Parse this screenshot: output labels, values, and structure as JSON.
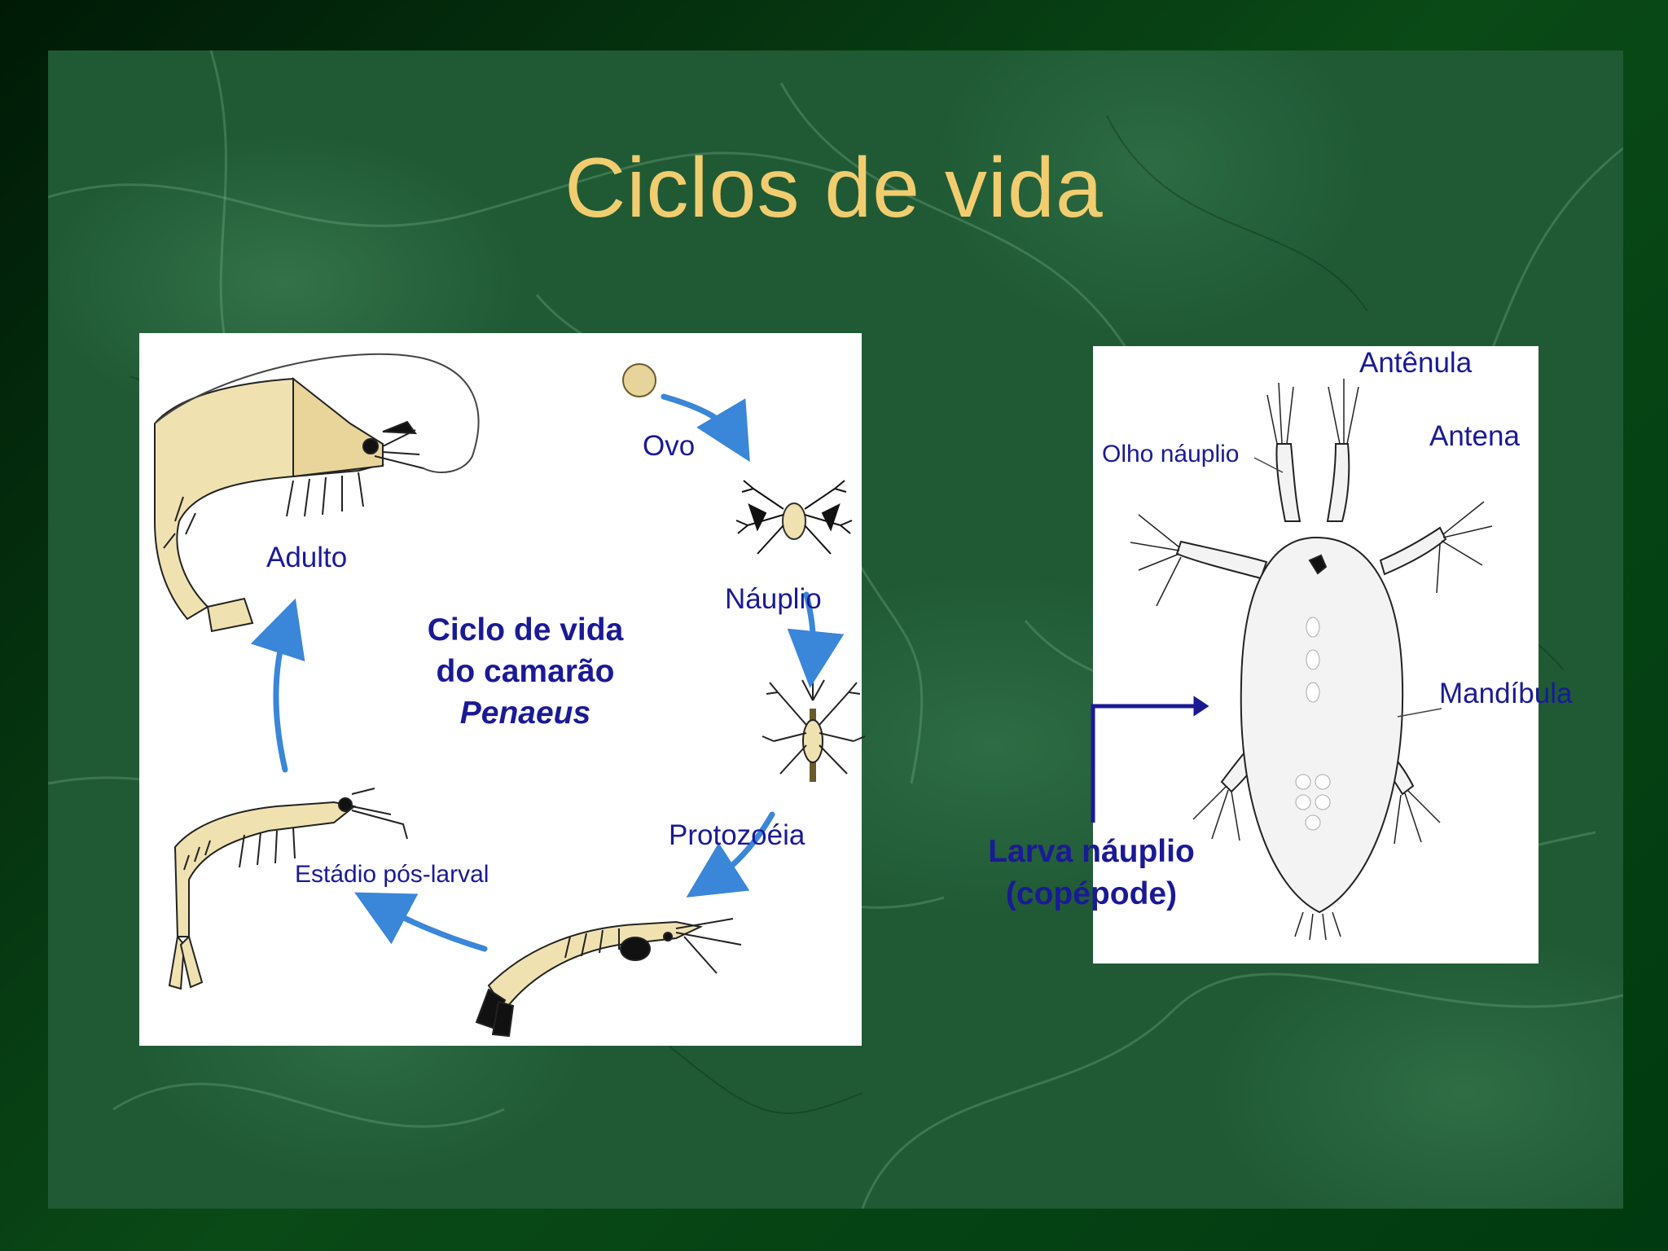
{
  "slide": {
    "title": "Ciclos de vida"
  },
  "colors": {
    "title": "#f2cd6f",
    "label": "#1a1a96",
    "arrow": "#3a86d8",
    "shrimp": "#f0e2b0",
    "background": "#1f5a35"
  },
  "cycle": {
    "center_title": [
      "Ciclo de vida",
      "do camarão",
      "Penaeus"
    ],
    "stages": {
      "ovo": "Ovo",
      "nauplio": "Náuplio",
      "protozoeia": "Protozoéia",
      "pos_larval": "Estádio pós-larval",
      "adulto": "Adulto"
    }
  },
  "nauplius": {
    "labels": {
      "antenula": "Antênula",
      "antena": "Antena",
      "olho": "Olho náuplio",
      "mandibula": "Mandíbula"
    },
    "caption": [
      "Larva náuplio",
      "(copépode)"
    ]
  }
}
